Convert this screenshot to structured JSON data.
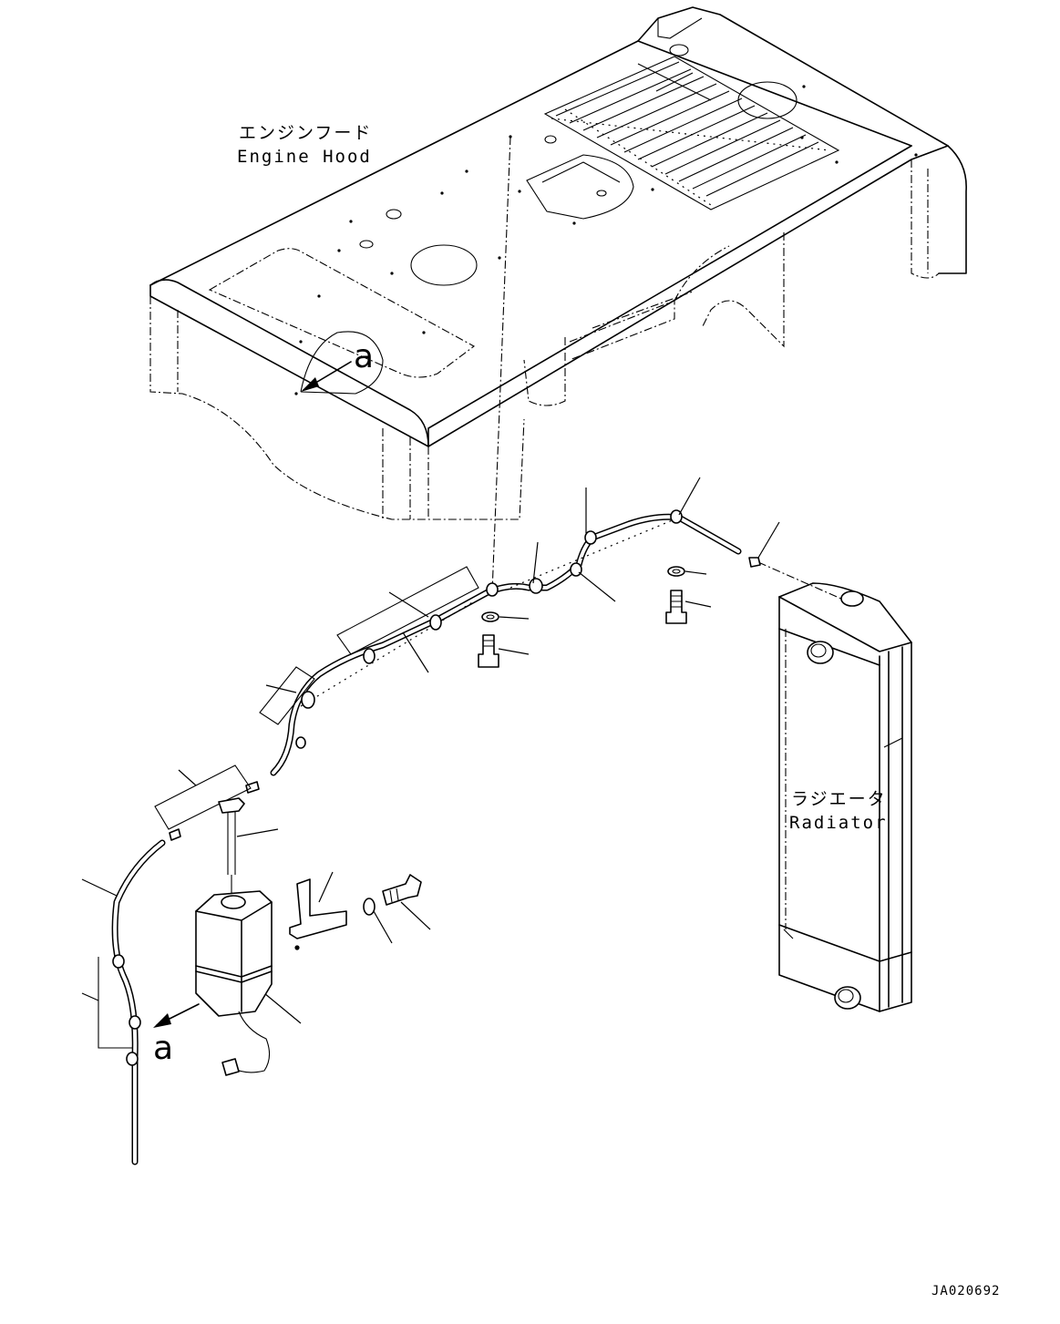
{
  "labels": {
    "engine_hood_jp": "エンジンフード",
    "engine_hood_en": "Engine Hood",
    "radiator_jp": "ラジエータ",
    "radiator_en": "Radiator",
    "view_ref_top": "a",
    "view_ref_bottom": "a"
  },
  "drawing_code": "JA020692"
}
